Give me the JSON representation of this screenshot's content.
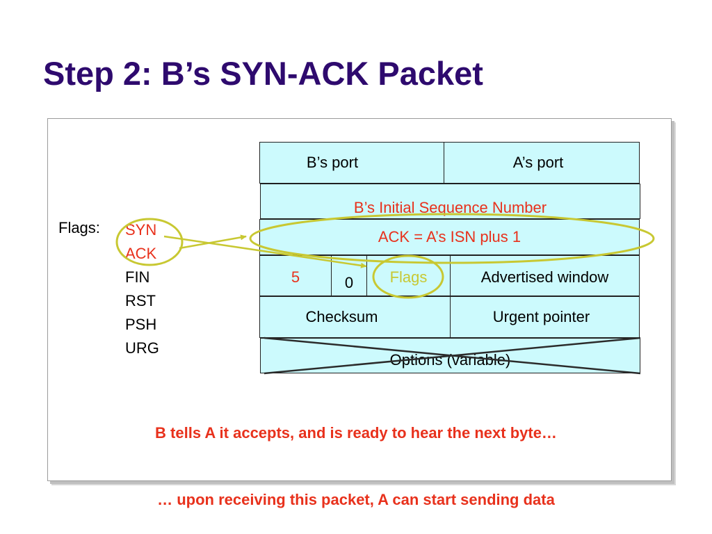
{
  "slide": {
    "title": "Step 2: B’s SYN-ACK Packet",
    "caption_top": "B tells A it accepts, and is ready to hear the next byte…",
    "caption_bottom": "… upon receiving this packet, A can start sending data"
  },
  "header": {
    "src_port": "B’s port",
    "dst_port": "A’s port",
    "seq": "B’s Initial Sequence Number",
    "ack": "ACK = A’s ISN plus 1",
    "hdr_len": "5",
    "reserved": "0",
    "flags": "Flags",
    "window": "Advertised window",
    "checksum": "Checksum",
    "urgent": "Urgent pointer",
    "options": "Options (variable)"
  },
  "flags_list": {
    "label": "Flags:",
    "items": [
      "SYN",
      "ACK",
      "FIN",
      "RST",
      "PSH",
      "URG"
    ],
    "set": [
      "SYN",
      "ACK"
    ]
  },
  "colors": {
    "title": "#2e0a6e",
    "highlight": "#e8311c",
    "cell_fill": "#ccfafd",
    "circle": "#c8c832"
  }
}
